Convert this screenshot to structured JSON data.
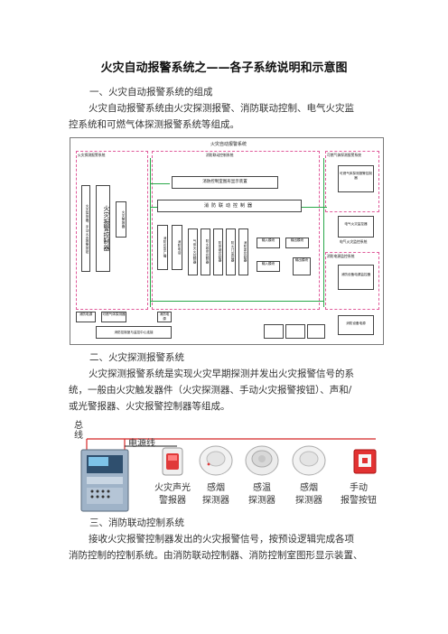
{
  "doc": {
    "title": "火灾自动报警系统之——各子系统说明和示意图",
    "h1": "一、火灾自动报警系统的组成",
    "p1_l1": "火灾自动报警系统由火灾探测报警、消防联动控制、电气火灾监",
    "p1_l2": "控系统和可燃气体探测报警系统等组成。",
    "h2": "二、火灾探测报警系统",
    "p2_l1": "火灾探测报警系统是实现火灾早期探测并发出火灾报警信号的系",
    "p2_l2": "统，一般由火灾触发器件（火灾探测器、手动火灾报警按钮）、声和/",
    "p2_l3": "或光警报器、火灾报警控制器等组成。",
    "h3": "三、消防联动控制系统",
    "p3_l1": "接收火灾报警控制器发出的火灾报警信号，按预设逻辑完成各项",
    "p3_l2": "消防控制的控制系统。由消防联动控制器、消防控制室图形显示装置、"
  },
  "diagram1": {
    "title": "火灾自动报警系统",
    "sys_detect": "火灾探测报警系统",
    "sys_link": "消防联动控制系统",
    "sys_gas": "可燃气体探测报警系统",
    "sys_elec": "消防电源监控系统",
    "sys_elec_fire": "电气火灾监控系统",
    "left_col": "火灾探测器、手动火灾报警按钮",
    "controller": "火灾报警控制器",
    "alarm": "火灾警报器",
    "graphic": "消防控制室图形显示装置",
    "linkage": "消防联动控制器",
    "bcast": "消防应急广播",
    "phone": "消防电话",
    "col1": "气体灭火控制器",
    "col2": "防火卷帘控制器",
    "col3": "防排烟控制器",
    "col4": "防火门监控器",
    "col5": "消防泵控制器",
    "module_in": "输入模块",
    "module_out": "输出模块",
    "gas_ctrl": "可燃气体探测报警控制器",
    "elec_ctrl": "电气火灾监控器",
    "power_ctrl": "消防设备电源监控器",
    "bottom1": "消防电源",
    "bottom2": "可燃气体探测器",
    "bottom3": "消防电源",
    "bottom_long": "消防控制室与监控中心连接",
    "bottom_r": "消防设备电源"
  },
  "diagram2": {
    "bus_label": "总\n线",
    "power_label": "电源线",
    "devices": [
      {
        "line1": "火灾声光",
        "line2": "警报器"
      },
      {
        "line1": "感烟",
        "line2": "探测器"
      },
      {
        "line1": "感温",
        "line2": "探测器"
      },
      {
        "line1": "感烟",
        "line2": "探测器"
      },
      {
        "line1": "手动",
        "line2": "报警按钮"
      }
    ]
  }
}
